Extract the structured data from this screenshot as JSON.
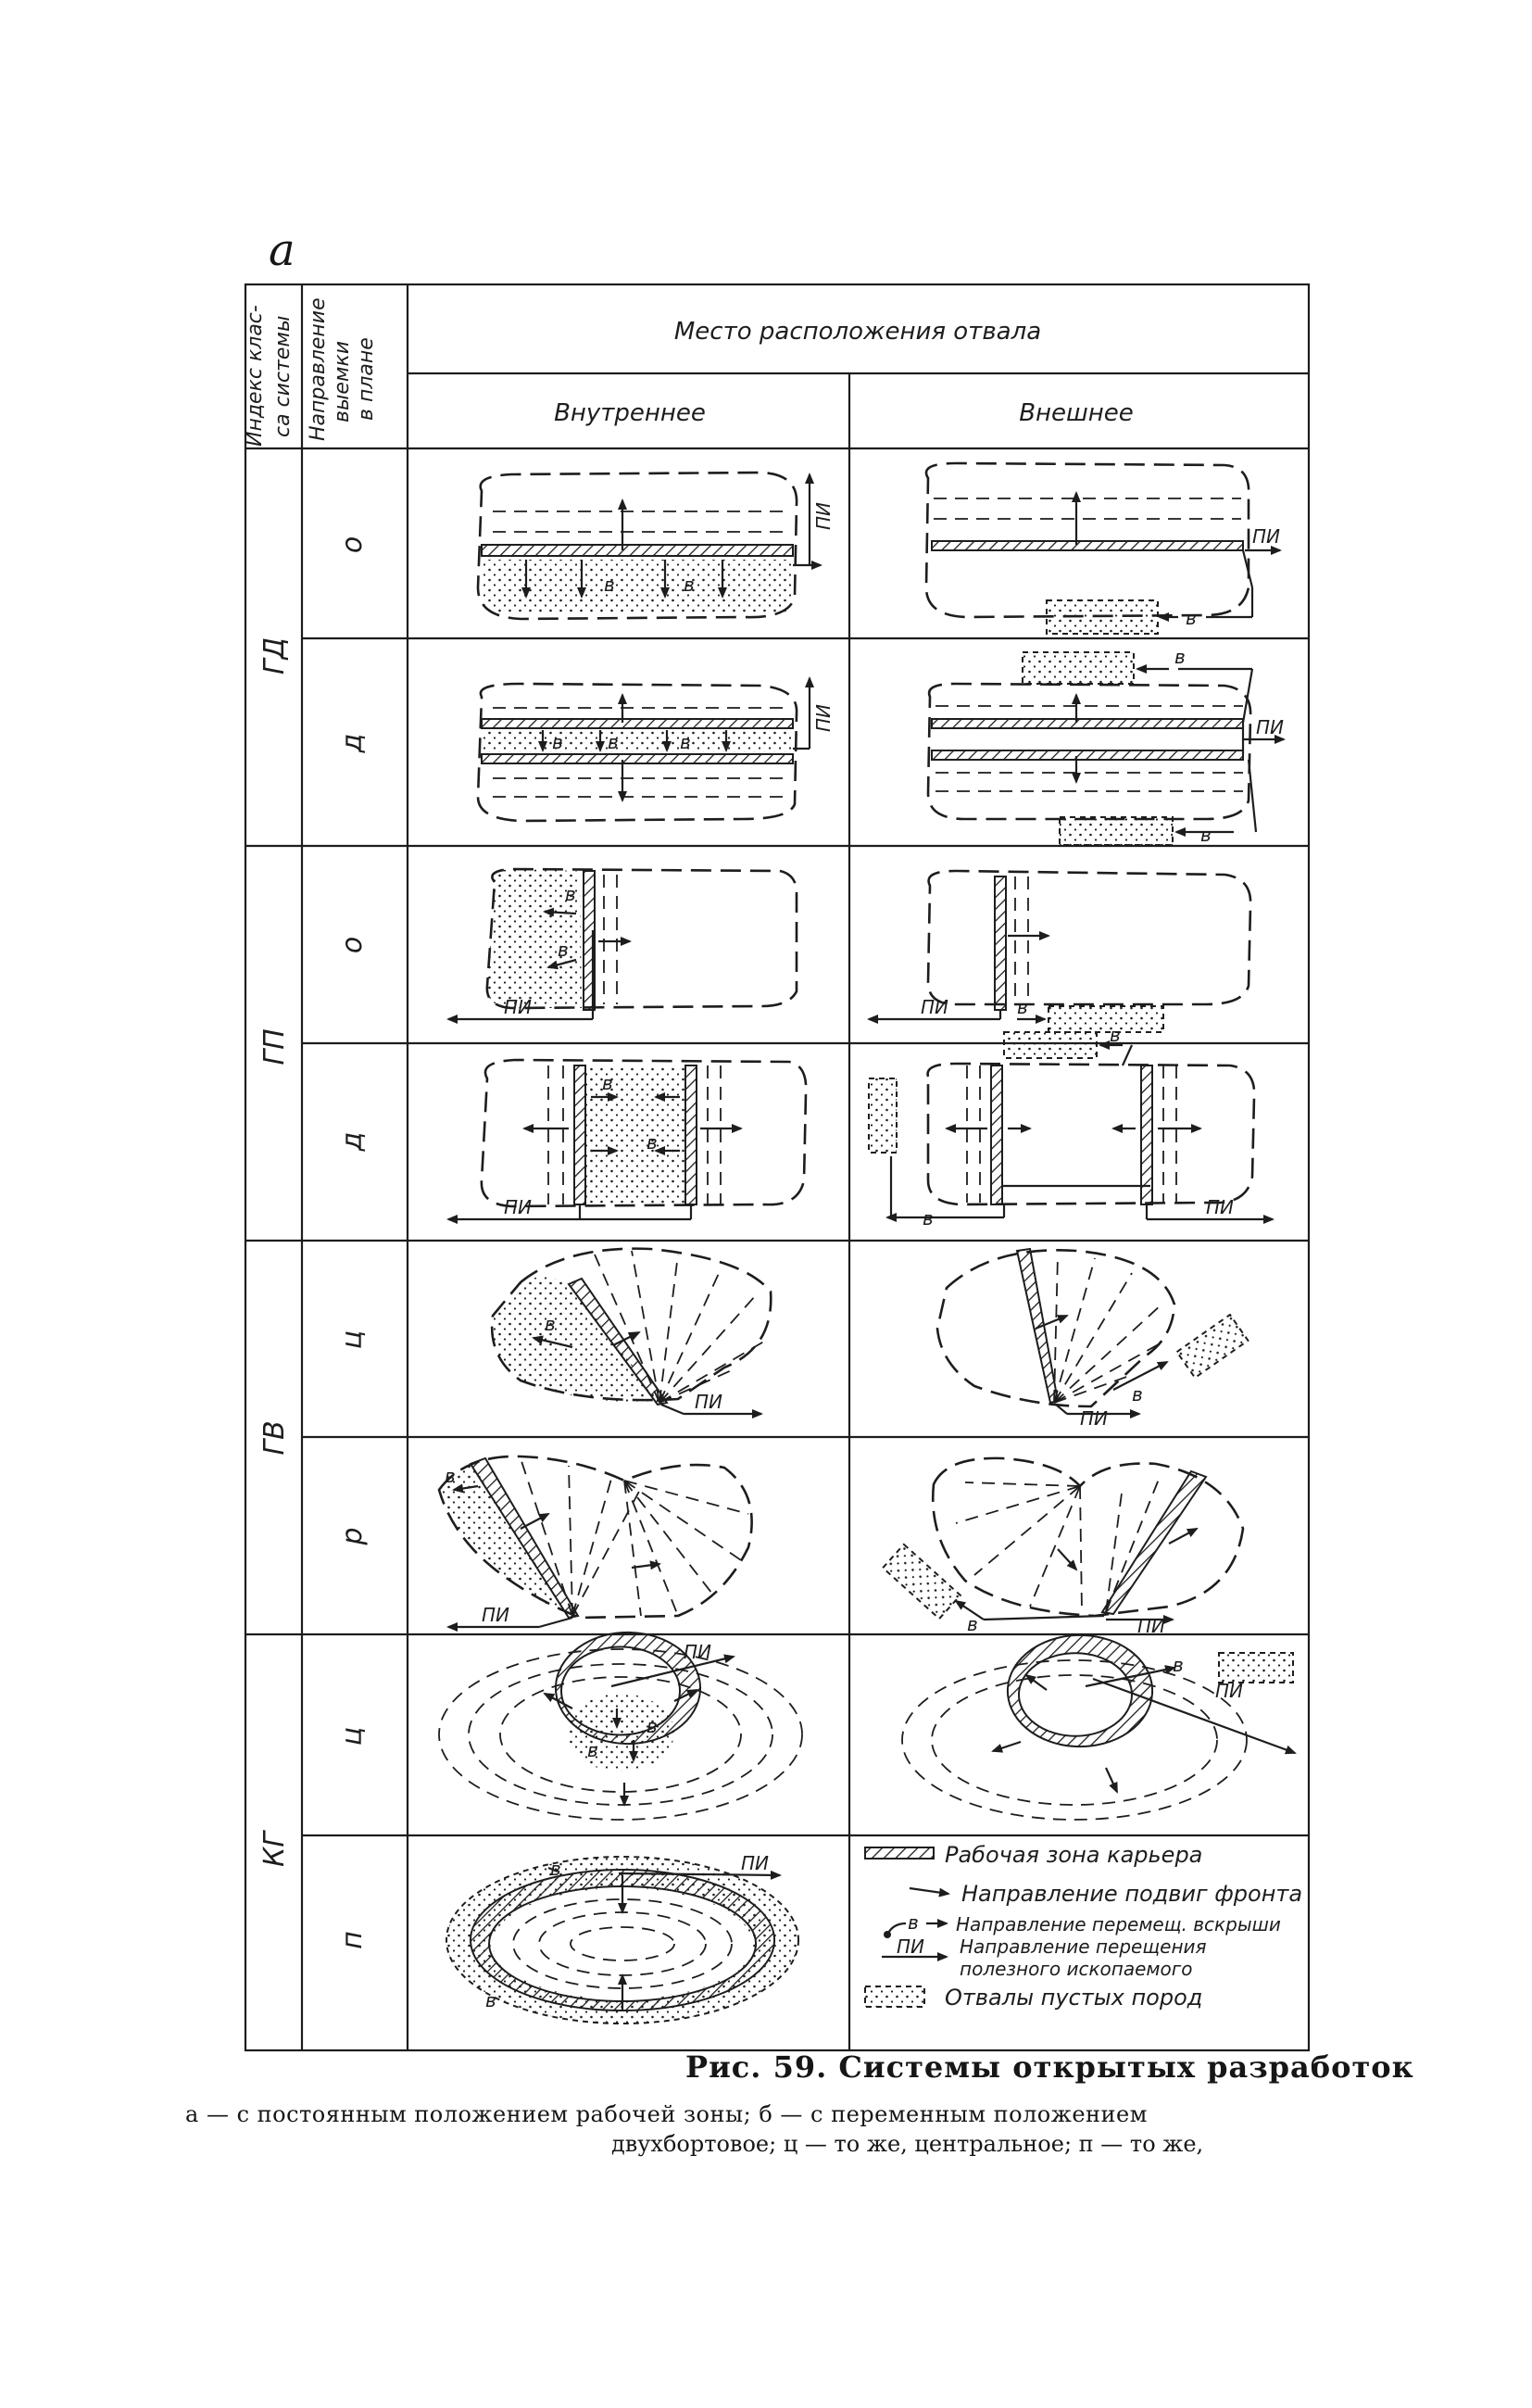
{
  "figure_letter": "а",
  "table": {
    "col_header_index": [
      "Индекс клас-",
      "са системы"
    ],
    "col_header_direction": [
      "Направление",
      "выемки",
      "в плане"
    ],
    "header_location": "Место расположения отвала",
    "header_internal": "Внутреннее",
    "header_external": "Внешнее",
    "groups": [
      {
        "index": "ГД",
        "directions": [
          "о",
          "д"
        ]
      },
      {
        "index": "ГП",
        "directions": [
          "о",
          "д"
        ]
      },
      {
        "index": "ГВ",
        "directions": [
          "ц",
          "р"
        ]
      },
      {
        "index": "КГ",
        "directions": [
          "ц",
          "п"
        ]
      }
    ]
  },
  "labels": {
    "pi": "ПИ",
    "v": "в"
  },
  "legend": {
    "items": [
      {
        "icon": "hatched-strip",
        "text": "Рабочая зона карьера"
      },
      {
        "icon": "arrow",
        "text": "Направление подвиг фронта"
      },
      {
        "icon": "dot-arrow-v",
        "icon_label": "в",
        "text": "Направление перемещ. вскрыши"
      },
      {
        "icon": "arrow-pi",
        "icon_label": "ПИ",
        "text": [
          "Направление перещения",
          "полезного ископаемого"
        ]
      },
      {
        "icon": "dotted-rect",
        "text": "Отвалы пустых пород"
      }
    ]
  },
  "caption": {
    "title": "Рис. 59. Системы открытых разработок",
    "line1": "а — с постоянным положением рабочей зоны; б — с переменным положением",
    "line2": "двухбортовое; ц — то же, центральное; п — то же,"
  }
}
